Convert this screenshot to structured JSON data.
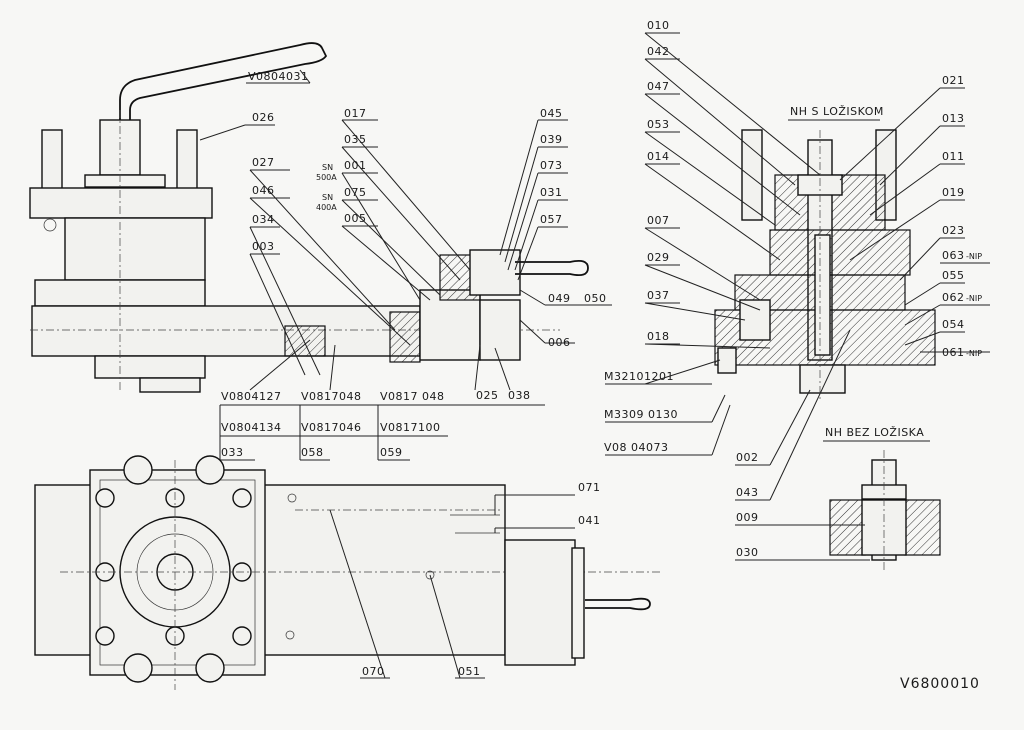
{
  "drawing": {
    "number": "V6800010",
    "section_titles": {
      "with_bearing": "NH S LOŽISKOM",
      "without_bearing": "NH BEZ LOŽISKA"
    },
    "sn_notes": [
      "SN",
      "500A",
      "SN",
      "400A"
    ]
  },
  "labels": {
    "handle": "V0804031",
    "p026": "026",
    "p027": "027",
    "p046": "046",
    "p034": "034",
    "p003": "003",
    "p017": "017",
    "p035": "035",
    "p001": "001",
    "p075": "075",
    "p005": "005",
    "p045": "045",
    "p039": "039",
    "p073": "073",
    "p031": "031",
    "p057": "057",
    "p049": "049",
    "p050": "050",
    "p006": "006",
    "p025": "025",
    "p038": "038",
    "v127": "V0804127",
    "v048a": "V0817048",
    "v048b": "V0817 048",
    "v134": "V0804134",
    "v046": "V0817046",
    "v100": "V0817100",
    "p033": "033",
    "p058": "058",
    "p059": "059",
    "p071": "071",
    "p041": "041",
    "p070": "070",
    "p051": "051",
    "p010": "010",
    "p042": "042",
    "p047": "047",
    "p053": "053",
    "p014": "014",
    "p007": "007",
    "p029": "029",
    "p037": "037",
    "p018": "018",
    "m321": "M32101201",
    "m330": "M3309 0130",
    "v073": "V08 04073",
    "p021": "021",
    "p013": "013",
    "p011": "011",
    "p019": "019",
    "p023": "023",
    "p063": "063",
    "p055": "055",
    "p062": "062",
    "p054": "054",
    "p061": "061",
    "nip": "-NIP",
    "p002": "002",
    "p043": "043",
    "p009": "009",
    "p030": "030"
  },
  "colors": {
    "ink": "#1a1a1a",
    "paper": "#f7f7f5"
  }
}
